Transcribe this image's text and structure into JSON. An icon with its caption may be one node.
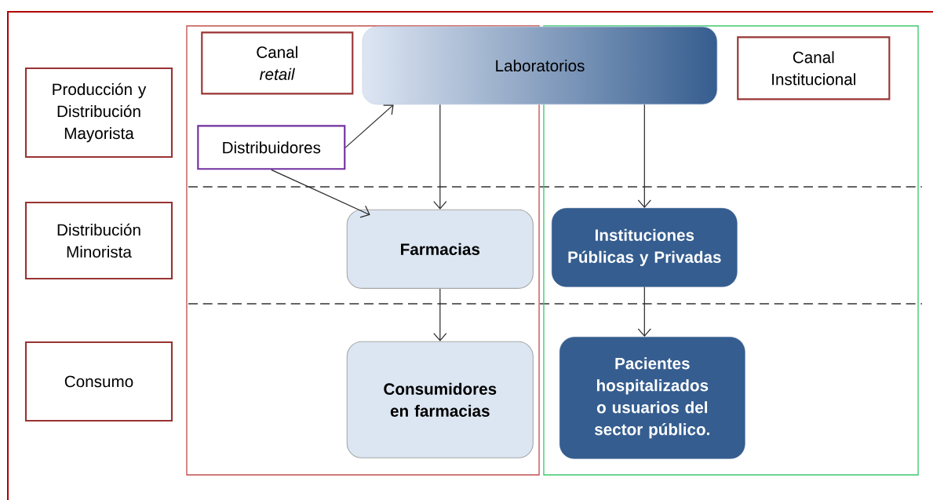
{
  "diagram": {
    "nodes": [
      {
        "text": [
          "Producción y Distribución Mayorista"
        ]
      },
      {
        "text": [
          "Distribución Minorista"
        ]
      },
      {
        "text": [
          "Consumo"
        ]
      },
      {
        "text": [],
        "shape": "box"
      },
      {
        "text": [],
        "shape": "box"
      },
      {
        "text": [
          "Canal *retail*"
        ],
        "in": 3
      },
      {
        "text": [
          "Laboratorios"
        ]
      },
      {
        "text": [
          "Canal Institucional"
        ],
        "in": 4
      },
      {
        "text": [
          "Distribuidores"
        ],
        "in": 3
      },
      {
        "text": [
          "Farmacias"
        ],
        "in": 3
      },
      {
        "text": [
          "Instituciones Públicas y Privadas"
        ],
        "in": 4
      },
      {
        "text": [
          "Consumidores en farmacias"
        ],
        "in": 3
      },
      {
        "text": [
          "Pacientes hospitalizados o usuarios del sector público."
        ],
        "in": 4
      }
    ],
    "edges": [
      {
        "from": 8,
        "to": 6,
        "arrow": "to"
      },
      {
        "from": 8,
        "to": 9,
        "arrow": "to"
      },
      {
        "from": 6,
        "to": 9,
        "arrow": "to"
      },
      {
        "from": 6,
        "to": 10,
        "arrow": "to"
      },
      {
        "from": 9,
        "to": 11,
        "arrow": "to"
      },
      {
        "from": 10,
        "to": 12,
        "arrow": "to"
      }
    ]
  }
}
